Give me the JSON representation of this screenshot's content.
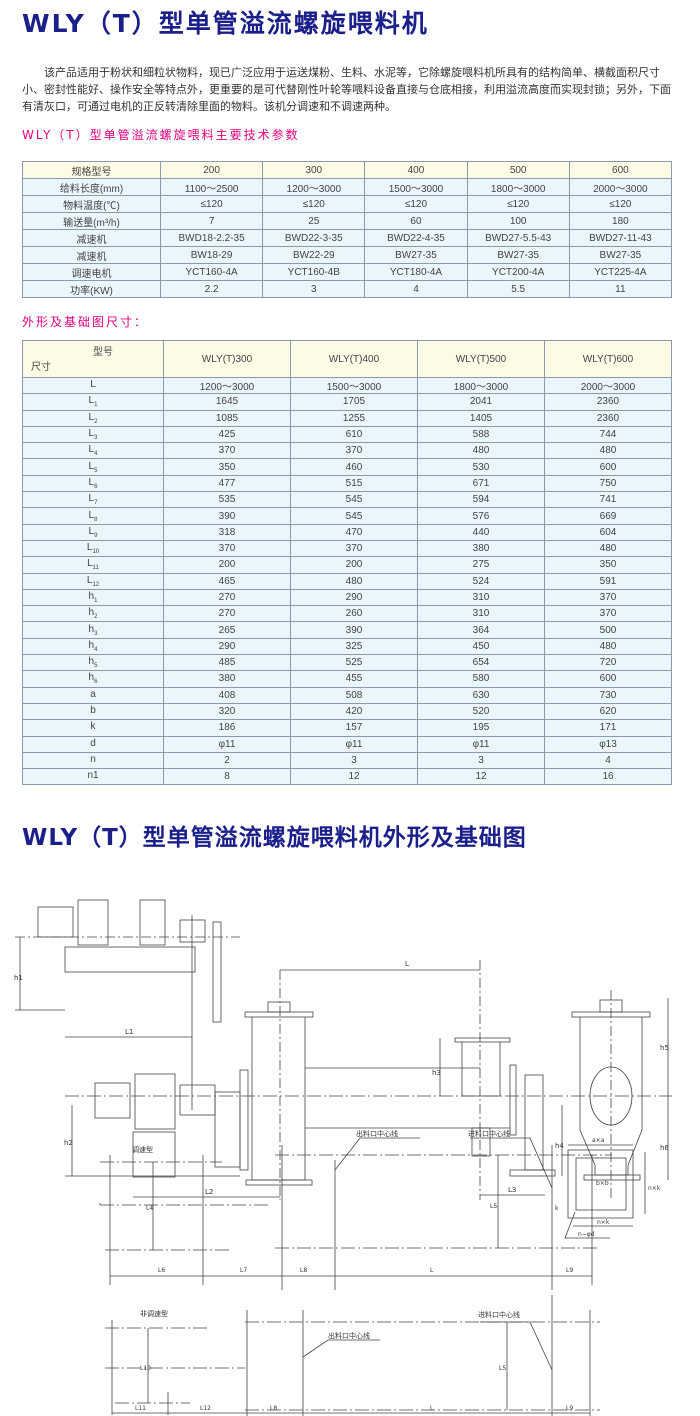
{
  "title": "WLY（T）型单管溢流螺旋喂料机",
  "intro": "该产品适用于粉状和细粒状物料，现已广泛应用于运送煤粉、生料、水泥等，它除螺旋喂料机所具有的结构简单、横截面积尺寸小、密封性能好、操作安全等特点外，更重要的是可代替刚性叶轮等喂料设备直接与仓底相接，利用溢流高度而实现封锁；另外，下面有清灰口，可通过电机的正反转清除里面的物料。该机分调速和不调速两种。",
  "params_title": "WLY（T）型单管溢流螺旋喂料主要技术参数",
  "params_table": {
    "rows": [
      [
        "规格型号",
        "200",
        "300",
        "400",
        "500",
        "600"
      ],
      [
        "给料长度(mm)",
        "1100～2500",
        "1200～3000",
        "1500～3000",
        "1800～3000",
        "2000～3000"
      ],
      [
        "物料温度(℃)",
        "≤120",
        "≤120",
        "≤120",
        "≤120",
        "≤120"
      ],
      [
        "输送量(m³/h)",
        "7",
        "25",
        "60",
        "100",
        "180"
      ],
      [
        "减速机",
        "BWD18-2.2-35",
        "BWD22-3-35",
        "BWD22-4-35",
        "BWD27-5.5-43",
        "BWD27-11-43"
      ],
      [
        "减速机",
        "BW18-29",
        "BW22-29",
        "BW27-35",
        "BW27-35",
        "BW27-35"
      ],
      [
        "调速电机",
        "YCT160-4A",
        "YCT160-4B",
        "YCT180-4A",
        "YCT200-4A",
        "YCT225-4A"
      ],
      [
        "功率(KW)",
        "2.2",
        "3",
        "4",
        "5.5",
        "11"
      ]
    ]
  },
  "dims_title": "外形及基础图尺寸：",
  "dims_table": {
    "corner_top": "型号",
    "corner_bottom": "尺寸",
    "models": [
      "WLY(T)300",
      "WLY(T)400",
      "WLY(T)500",
      "WLY(T)600"
    ],
    "rows": [
      {
        "k": "L",
        "s": "",
        "v": [
          "1200～3000",
          "1500～3000",
          "1800～3000",
          "2000～3000"
        ]
      },
      {
        "k": "L",
        "s": "1",
        "v": [
          "1645",
          "1705",
          "2041",
          "2360"
        ]
      },
      {
        "k": "L",
        "s": "2",
        "v": [
          "1085",
          "1255",
          "1405",
          "2360"
        ]
      },
      {
        "k": "L",
        "s": "3",
        "v": [
          "425",
          "610",
          "588",
          "744"
        ]
      },
      {
        "k": "L",
        "s": "4",
        "v": [
          "370",
          "370",
          "480",
          "480"
        ]
      },
      {
        "k": "L",
        "s": "5",
        "v": [
          "350",
          "460",
          "530",
          "600"
        ]
      },
      {
        "k": "L",
        "s": "6",
        "v": [
          "477",
          "515",
          "671",
          "750"
        ]
      },
      {
        "k": "L",
        "s": "7",
        "v": [
          "535",
          "545",
          "594",
          "741"
        ]
      },
      {
        "k": "L",
        "s": "8",
        "v": [
          "390",
          "545",
          "576",
          "669"
        ]
      },
      {
        "k": "L",
        "s": "9",
        "v": [
          "318",
          "470",
          "440",
          "604"
        ]
      },
      {
        "k": "L",
        "s": "10",
        "v": [
          "370",
          "370",
          "380",
          "480"
        ]
      },
      {
        "k": "L",
        "s": "11",
        "v": [
          "200",
          "200",
          "275",
          "350"
        ]
      },
      {
        "k": "L",
        "s": "12",
        "v": [
          "465",
          "480",
          "524",
          "591"
        ]
      },
      {
        "k": "h",
        "s": "1",
        "v": [
          "270",
          "290",
          "310",
          "370"
        ]
      },
      {
        "k": "h",
        "s": "2",
        "v": [
          "270",
          "260",
          "310",
          "370"
        ]
      },
      {
        "k": "h",
        "s": "3",
        "v": [
          "265",
          "390",
          "364",
          "500"
        ]
      },
      {
        "k": "h",
        "s": "4",
        "v": [
          "290",
          "325",
          "450",
          "480"
        ]
      },
      {
        "k": "h",
        "s": "5",
        "v": [
          "485",
          "525",
          "654",
          "720"
        ]
      },
      {
        "k": "h",
        "s": "6",
        "v": [
          "380",
          "455",
          "580",
          "600"
        ]
      },
      {
        "k": "a",
        "s": "",
        "v": [
          "408",
          "508",
          "630",
          "730"
        ]
      },
      {
        "k": "b",
        "s": "",
        "v": [
          "320",
          "420",
          "520",
          "620"
        ]
      },
      {
        "k": "k",
        "s": "",
        "v": [
          "186",
          "157",
          "195",
          "171"
        ]
      },
      {
        "k": "d",
        "s": "",
        "v": [
          "φ11",
          "φ11",
          "φ11",
          "φ13"
        ]
      },
      {
        "k": "n",
        "s": "",
        "v": [
          "2",
          "3",
          "3",
          "4"
        ]
      },
      {
        "k": "n1",
        "s": "",
        "v": [
          "8",
          "12",
          "12",
          "16"
        ]
      }
    ]
  },
  "drawing_title": "WLY（T）型单管溢流螺旋喂料机外形及基础图",
  "drawing": {
    "h1": "h1",
    "L1": "L1",
    "L": "L",
    "h3": "h3",
    "h2": "h2",
    "L2": "L2",
    "L3": "L3",
    "h4": "h4",
    "h5": "h5",
    "h6": "h6",
    "type_speed": "调速型",
    "type_nonspeed": "非调速型",
    "outlet_line": "出料口中心线",
    "inlet_line": "进料口中心线",
    "L4": "L4",
    "L5": "L5",
    "L6": "L6",
    "L7": "L7",
    "L8": "L8",
    "L9": "L9",
    "L10": "L10",
    "L11": "L11",
    "L12": "L12",
    "axa": "a×a",
    "bxb": "b×b",
    "nxk": "n×k",
    "k": "k",
    "nxk2": "n×k",
    "nd": "n−φd"
  }
}
